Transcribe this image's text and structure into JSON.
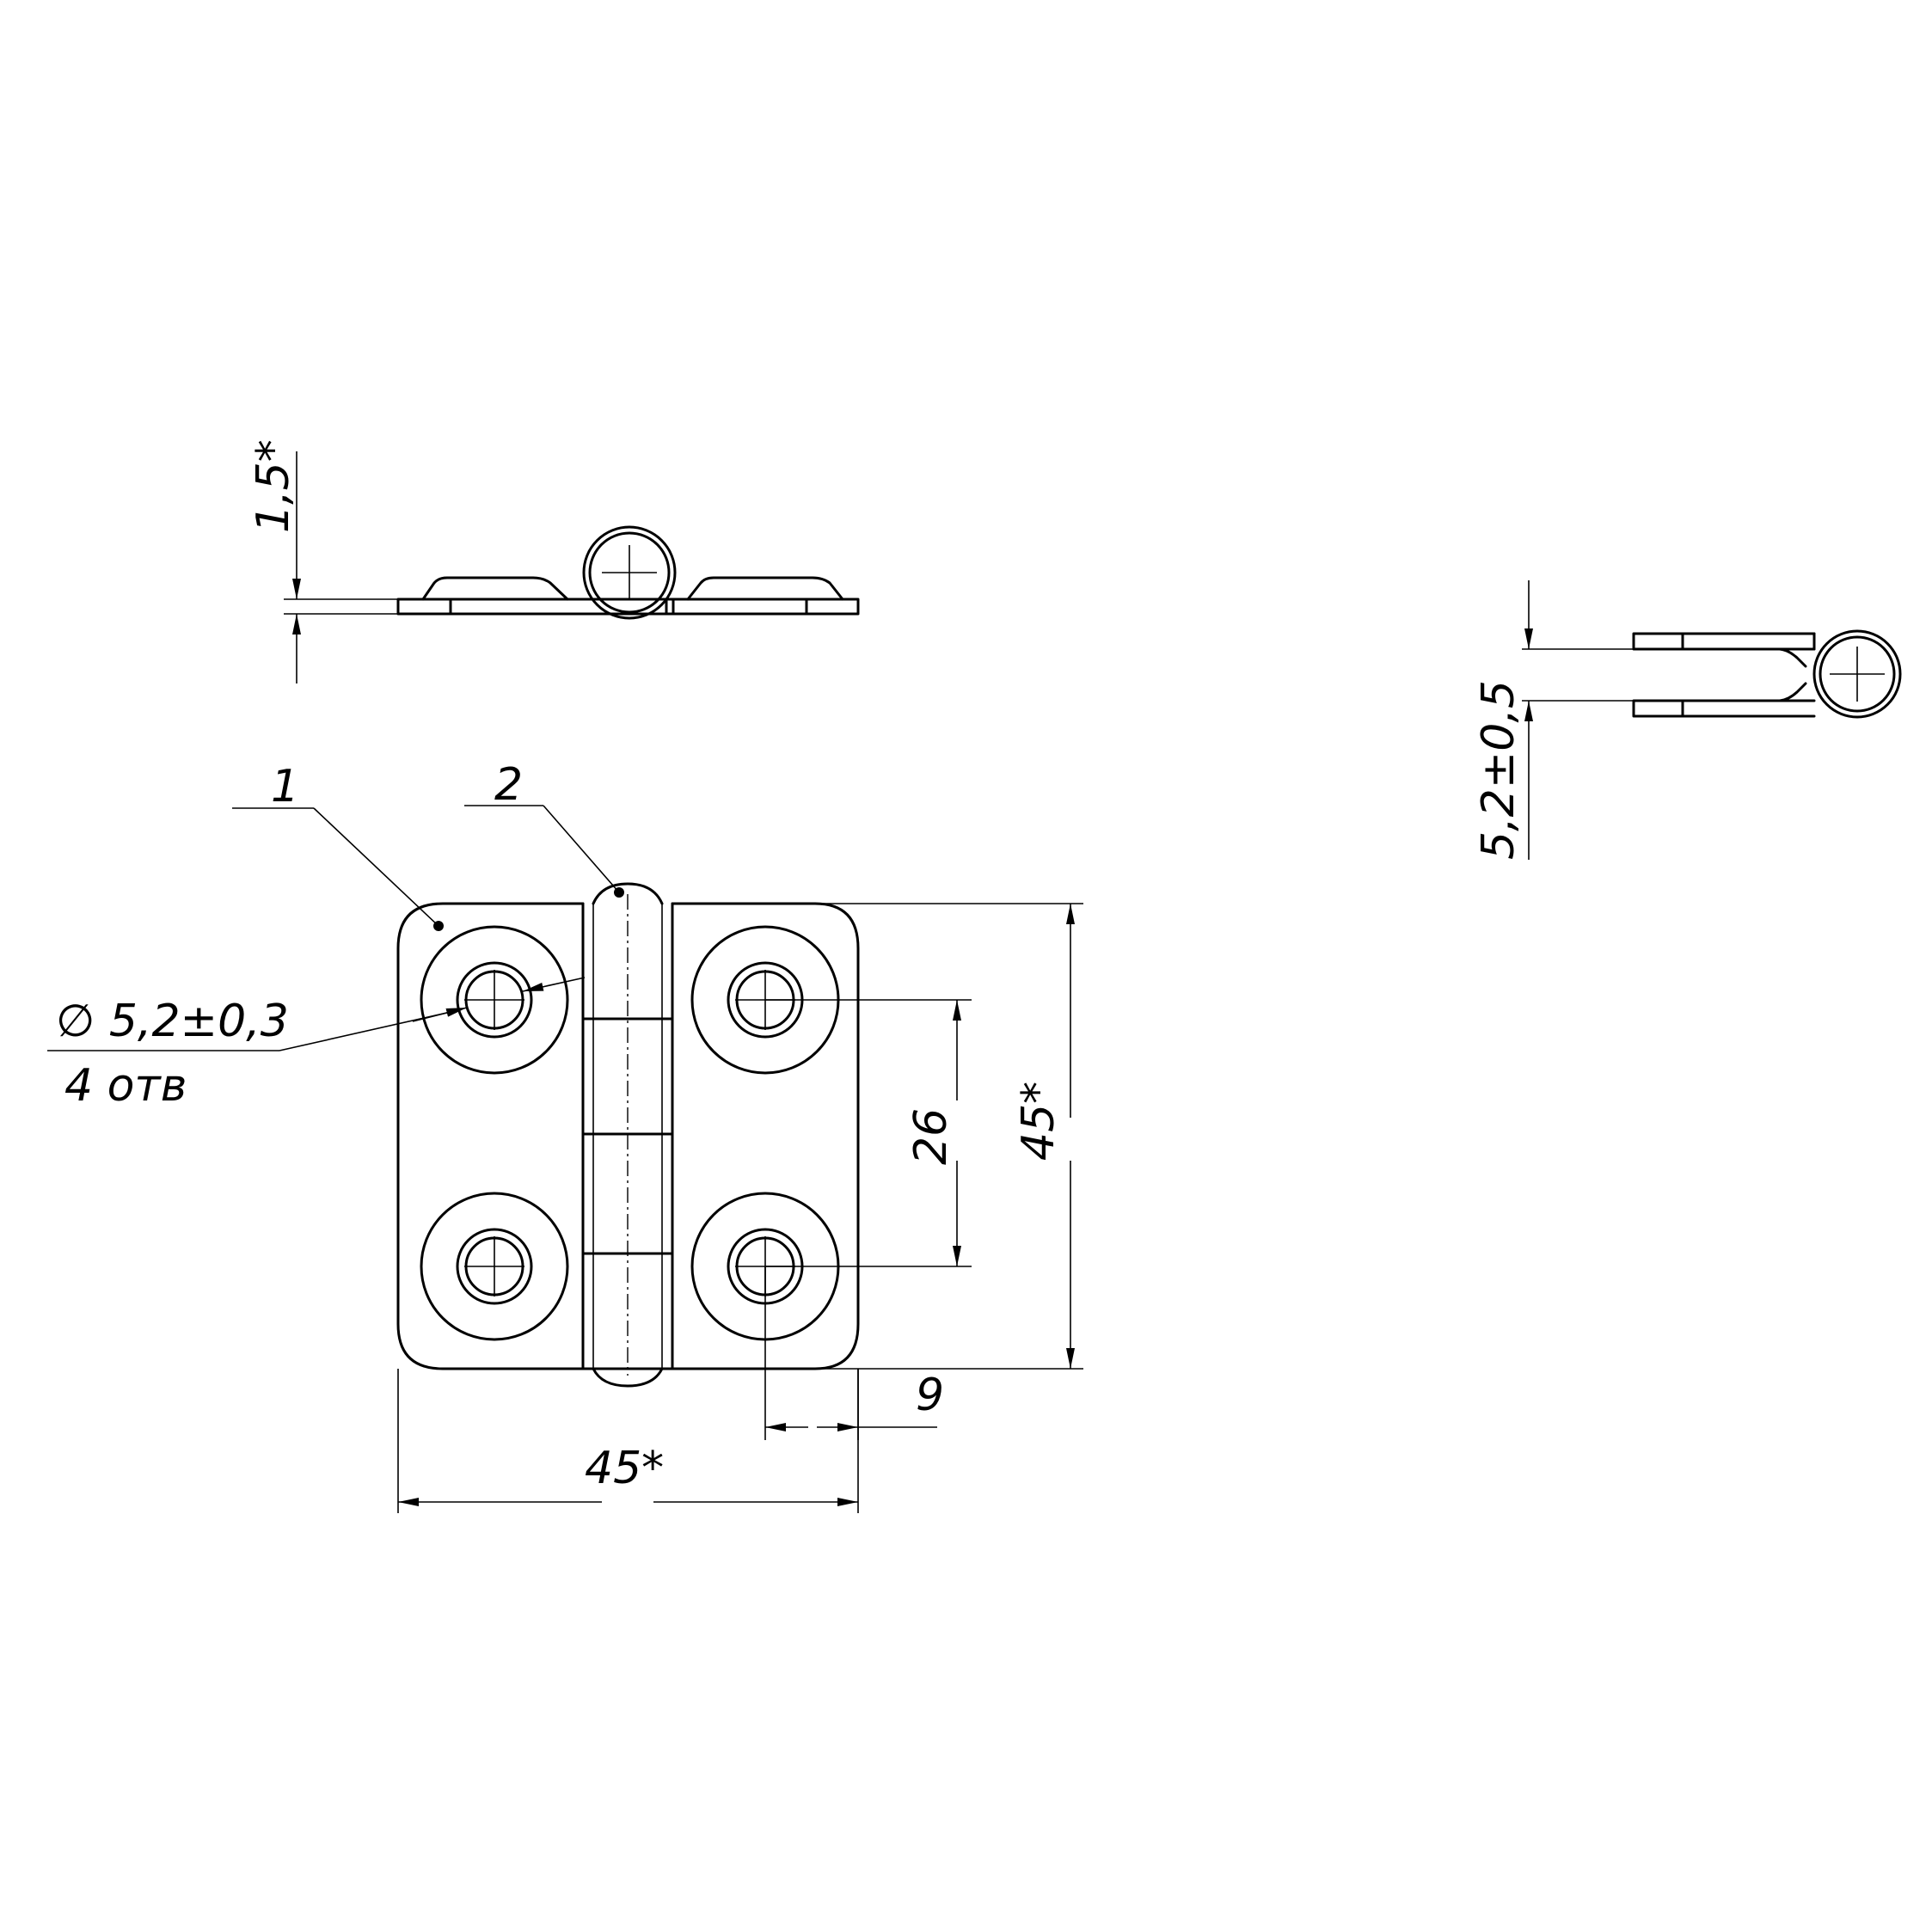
{
  "labels": {
    "thickness": "1,5*",
    "fold_gap": "5,2±0,5",
    "leader_part_1": "1",
    "leader_part_2": "2",
    "hole_diameter": "∅ 5,2±0,3",
    "hole_count": "4 отв",
    "hole_spacing": "26",
    "height": "45*",
    "width": "45*",
    "edge_offset": "9"
  }
}
